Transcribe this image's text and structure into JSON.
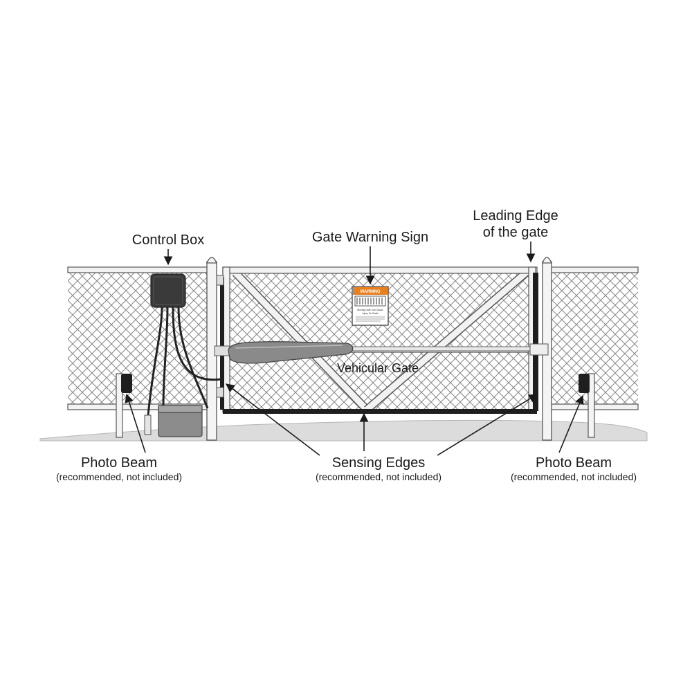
{
  "labels": {
    "control_box": "Control Box",
    "warning_sign": "Gate Warning Sign",
    "leading_edge_line1": "Leading Edge",
    "leading_edge_line2": "of the gate",
    "vehicular_gate": "Vehicular Gate",
    "photo_beam_left": "Photo Beam",
    "photo_beam_left_note": "(recommended, not included)",
    "sensing_edges": "Sensing Edges",
    "sensing_edges_note": "(recommended, not included)",
    "photo_beam_right": "Photo Beam",
    "photo_beam_right_note": "(recommended, not included)"
  },
  "sign": {
    "header": "WARNING",
    "line1": "Moving Gate Can Cause",
    "line2": "Injury Or Death"
  },
  "colors": {
    "line": "#555555",
    "mesh": "#8a8a8a",
    "ground": "#dcdcdc",
    "control_box": "#3a3a3a",
    "battery_box": "#8c8c8c",
    "sensing_edge": "#1e1e1e",
    "sign_orange": "#e8801e"
  }
}
